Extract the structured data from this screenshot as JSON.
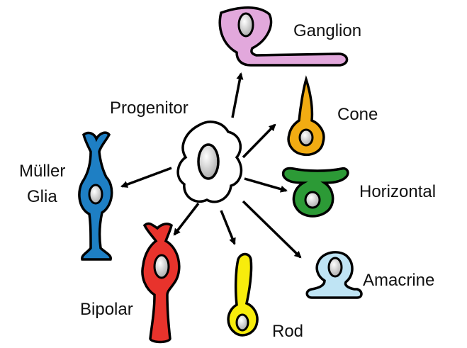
{
  "diagram": {
    "center": {
      "label": "Progenitor",
      "color": "#ffffff"
    },
    "cells": [
      {
        "key": "ganglion",
        "label": "Ganglion",
        "color": "#e2a8dc"
      },
      {
        "key": "cone",
        "label": "Cone",
        "color": "#f2ac12"
      },
      {
        "key": "horizontal",
        "label": "Horizontal",
        "color": "#2c9a36"
      },
      {
        "key": "amacrine",
        "label": "Amacrine",
        "color": "#bfe4f4"
      },
      {
        "key": "rod",
        "label": "Rod",
        "color": "#f7ec0c"
      },
      {
        "key": "bipolar",
        "label": "Bipolar",
        "color": "#e8332c"
      },
      {
        "key": "muller",
        "label_line1": "Müller",
        "label_line2": "Glia",
        "color": "#1e7fc4"
      }
    ],
    "nucleus_color": "#c4c4c4",
    "outline_color": "#000000"
  }
}
